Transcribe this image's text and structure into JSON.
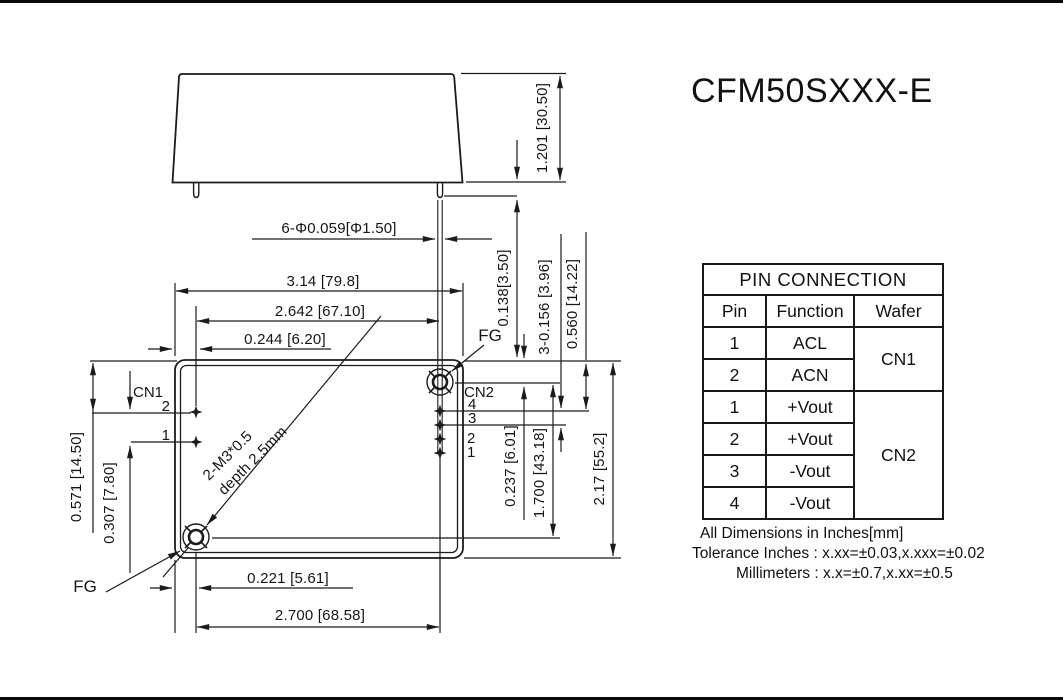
{
  "title": "CFM50SXXX-E",
  "drawing": {
    "side": {
      "height": "1.201 [30.50]",
      "pin_dia": "6-Φ0.059[Φ1.50]",
      "pin_len": "0.138[3.50]"
    },
    "top": {
      "width": "3.14 [79.8]",
      "pin_span": "2.642 [67.10]",
      "edge_to_pin": "0.244 [6.20]",
      "fg": "FG",
      "cn1": "CN1",
      "cn1_p2": "2",
      "cn1_p1": "1",
      "cn2": "CN2",
      "cn2_p4": "4",
      "cn2_p3": "3",
      "cn2_p2": "2",
      "cn2_p1": "1",
      "screw_l1": "2-M3*0.5",
      "screw_l2": "depth 2.5mm",
      "left_outer": "0.571 [14.50]",
      "left_inner": "0.307 [7.80]",
      "pitch": "3-0.156 [3.96]",
      "top_to_pin": "0.560 [14.22]",
      "screw_offset": "0.237 [6.01]",
      "screw_span_v": "1.700 [43.18]",
      "height": "2.17 [55.2]",
      "edge_to_screw": "0.221 [5.61]",
      "screw_span_h": "2.700 [68.58]"
    }
  },
  "pin_table": {
    "title": "PIN CONNECTION",
    "headers": [
      "Pin",
      "Function",
      "Wafer"
    ],
    "rows": [
      {
        "pin": "1",
        "function": "ACL"
      },
      {
        "pin": "2",
        "function": "ACN"
      },
      {
        "pin": "1",
        "function": "+Vout"
      },
      {
        "pin": "2",
        "function": "+Vout"
      },
      {
        "pin": "3",
        "function": "-Vout"
      },
      {
        "pin": "4",
        "function": "-Vout"
      }
    ],
    "wafers": [
      {
        "label": "CN1"
      },
      {
        "label": "CN2"
      }
    ]
  },
  "notes": {
    "line1": "All Dimensions in Inches[mm]",
    "line2": "Tolerance Inches : x.xx=±0.03,x.xxx=±0.02",
    "line3": "Millimeters : x.x=±0.7,x.xx=±0.5"
  },
  "colors": {
    "line": "#1b1b1b",
    "background": "#ffffff"
  }
}
